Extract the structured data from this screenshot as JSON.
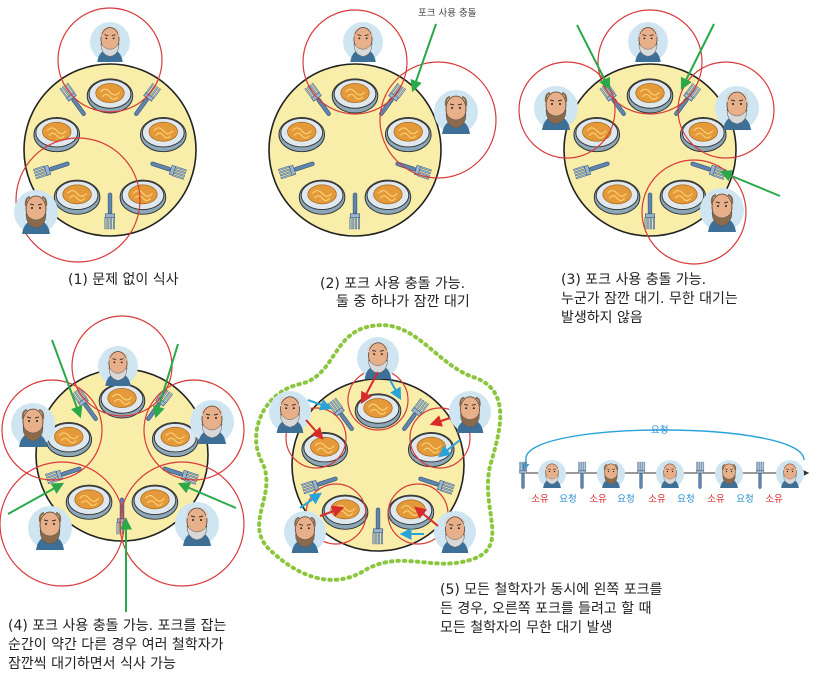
{
  "captions": {
    "c1": "(1) 문제 없이 식사",
    "c2_l1": "(2) 포크 사용 충돌 가능.",
    "c2_l2": "둘 중 하나가 잠깐 대기",
    "c3_l1": "(3) 포크 사용 충돌 가능.",
    "c3_l2": "누군가 잠깐 대기. 무한 대기는",
    "c3_l3": "발생하지 않음",
    "c4_l1": "(4) 포크 사용 충돌 가능. 포크를 잡는",
    "c4_l2": "순간이 약간 다른 경우 여러 철학자가",
    "c4_l3": "잠깐씩 대기하면서 식사 가능",
    "c5_l1": "(5) 모든 철학자가 동시에 왼쪽 포크를",
    "c5_l2": "든 경우, 오른쪽 포크를 들려고 할 때",
    "c5_l3": "모든 철학자의 무한 대기 발생"
  },
  "annotations": {
    "fork_conflict": "포크 사용 충돌",
    "request": "요청",
    "chain_labels": [
      "소유",
      "요청",
      "소유",
      "요청",
      "소유",
      "요청",
      "소유",
      "요청",
      "소유"
    ]
  },
  "colors": {
    "table": "#f8eeaa",
    "table_edge": "#222222",
    "circle": "#d83a3a",
    "green_arrow": "#2aa84a",
    "red_arrow": "#d82a2a",
    "blue_arrow": "#2aa3d8",
    "dotted": "#8cc63f",
    "owned_label": "#d82a2a",
    "request_label": "#2a8fd0"
  }
}
